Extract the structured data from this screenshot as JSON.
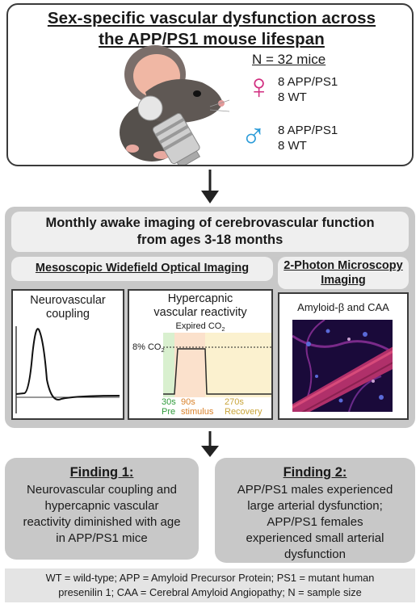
{
  "title": {
    "line1": "Sex-specific vascular dysfunction across",
    "line2": "the APP/PS1 mouse lifespan"
  },
  "cohort": {
    "total": "N = 32 mice",
    "female": {
      "symbol": "♀",
      "color": "#d12e80",
      "line1": "8 APP/PS1",
      "line2": "8 WT"
    },
    "male": {
      "symbol": "♂",
      "color": "#2a9bd8",
      "line1": "8 APP/PS1",
      "line2": "8 WT"
    }
  },
  "imaging": {
    "title_line1": "Monthly awake imaging of cerebrovascular function",
    "title_line2": "from ages 3-18 months",
    "mesoscopic_label": "Mesoscopic Widefield Optical Imaging",
    "two_photon_label_line1": "2-Photon Microscopy",
    "two_photon_label_line2": "Imaging"
  },
  "nvc": {
    "label_line1": "Neurovascular",
    "label_line2": "coupling"
  },
  "hvr": {
    "label_line1": "Hypercapnic",
    "label_line2": "vascular reactivity",
    "expired_label": "Expired CO",
    "expired_sub": "2",
    "level_label": "8% CO",
    "level_sub": "2",
    "phases": [
      {
        "duration": "30s",
        "name": "Pre",
        "color": "#2e9a3a",
        "fill": "#d9f0cf"
      },
      {
        "duration": "90s",
        "name": "stimulus",
        "color": "#d9822b",
        "fill": "#fbe1cc"
      },
      {
        "duration": "270s",
        "name": "Recovery",
        "color": "#c9a53a",
        "fill": "#fbf1cf"
      }
    ]
  },
  "caa": {
    "label": "Amyloid-β and CAA"
  },
  "findings": [
    {
      "title": "Finding 1:",
      "lines": [
        "Neurovascular coupling and",
        "hypercapnic vascular",
        "reactivity diminished with age",
        "in APP/PS1 mice"
      ]
    },
    {
      "title": "Finding 2:",
      "lines": [
        "APP/PS1 males experienced",
        "large arterial dysfunction;",
        "APP/PS1 females",
        "experienced small arterial",
        "dysfunction"
      ]
    }
  ],
  "footnote": {
    "line1": "WT = wild-type; APP = Amyloid Precursor Protein; PS1 = mutant human",
    "line2": "presenilin 1; CAA = Cerebral Amyloid Angiopathy; N = sample size"
  }
}
